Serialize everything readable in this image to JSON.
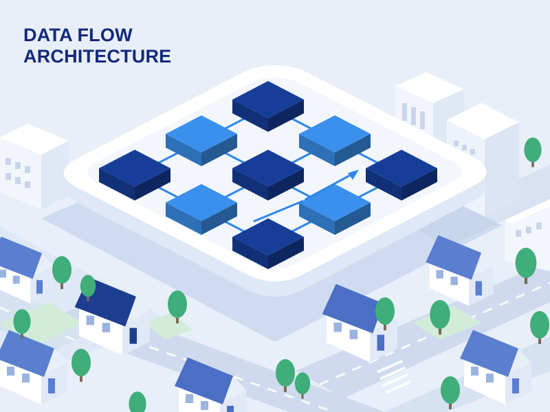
{
  "title": {
    "line1": "DATA FLOW",
    "line2": "ARCHITECTURE"
  },
  "colors": {
    "background": "#e6eef9",
    "title_text": "#13297a",
    "node_dark": "#163e99",
    "node_light": "#3a90ec",
    "connector": "#2f86ea",
    "platform": "#ffffff",
    "road": "#cdd9ee",
    "roof": "#4a6fc4",
    "roof_dark": "#1d3d8f",
    "tree": "#3fae7a",
    "lawn": "#cfe9d6"
  },
  "diagram": {
    "grid_rows": 3,
    "grid_cols": 3,
    "nodes": [
      {
        "id": "n00",
        "row": 0,
        "col": 0,
        "tone": "dark"
      },
      {
        "id": "n01",
        "row": 0,
        "col": 1,
        "tone": "light"
      },
      {
        "id": "n02",
        "row": 0,
        "col": 2,
        "tone": "dark"
      },
      {
        "id": "n10",
        "row": 1,
        "col": 0,
        "tone": "light"
      },
      {
        "id": "n11",
        "row": 1,
        "col": 1,
        "tone": "dark"
      },
      {
        "id": "n12",
        "row": 1,
        "col": 2,
        "tone": "light"
      },
      {
        "id": "n20",
        "row": 2,
        "col": 0,
        "tone": "dark"
      },
      {
        "id": "n21",
        "row": 2,
        "col": 1,
        "tone": "light"
      },
      {
        "id": "n22",
        "row": 2,
        "col": 2,
        "tone": "dark"
      }
    ],
    "links": [
      [
        "n00",
        "n01"
      ],
      [
        "n01",
        "n02"
      ],
      [
        "n10",
        "n11"
      ],
      [
        "n11",
        "n12"
      ],
      [
        "n20",
        "n21"
      ],
      [
        "n21",
        "n22"
      ],
      [
        "n00",
        "n10"
      ],
      [
        "n10",
        "n20"
      ],
      [
        "n01",
        "n11"
      ],
      [
        "n11",
        "n21"
      ],
      [
        "n02",
        "n12"
      ],
      [
        "n12",
        "n22"
      ]
    ],
    "flow_arrow": {
      "direction": "diagonal-up-right"
    }
  },
  "icons": [
    "house-icon",
    "office-building-icon",
    "tree-icon"
  ]
}
